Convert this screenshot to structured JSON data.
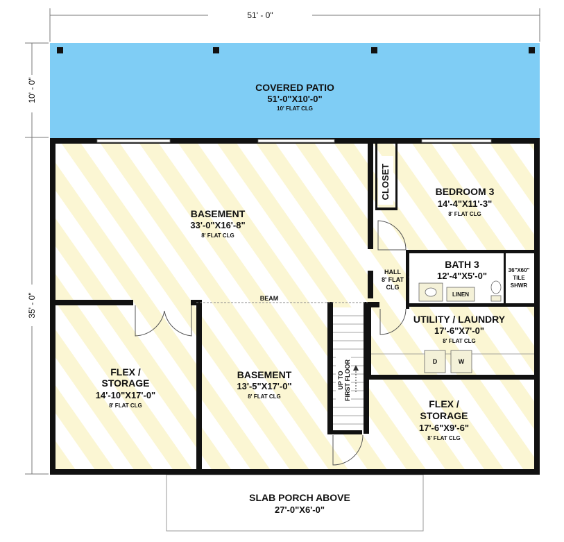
{
  "dimensions": {
    "overall_width": "51' - 0\"",
    "patio_depth": "10' - 0\"",
    "overall_depth": "35' - 0\""
  },
  "rooms": {
    "covered_patio": {
      "name": "COVERED PATIO",
      "size": "51'-0\"X10'-0\"",
      "ceiling": "10' FLAT CLG"
    },
    "basement_main": {
      "name": "BASEMENT",
      "size": "33'-0\"X16'-8\"",
      "ceiling": "8' FLAT CLG"
    },
    "closet": {
      "name": "CLOSET"
    },
    "bedroom_3": {
      "name": "BEDROOM 3",
      "size": "14'-4\"X11'-3\"",
      "ceiling": "8' FLAT CLG"
    },
    "hall": {
      "line1": "HALL",
      "line2": "8' FLAT",
      "line3": "CLG"
    },
    "bath_3": {
      "name": "BATH 3",
      "size": "12'-4\"X5'-0\""
    },
    "linen": {
      "name": "LINEN"
    },
    "shower": {
      "line1": "36\"X60\"",
      "line2": "TILE",
      "line3": "SHWR"
    },
    "utility_laundry": {
      "name": "UTILITY / LAUNDRY",
      "size": "17'-6\"X7'-0\"",
      "ceiling": "8' FLAT CLG"
    },
    "dryer": {
      "label": "D"
    },
    "washer": {
      "label": "W"
    },
    "flex_storage_left": {
      "name_line1": "FLEX /",
      "name_line2": "STORAGE",
      "size": "14'-10\"X17'-0\"",
      "ceiling": "8' FLAT CLG"
    },
    "basement_lower": {
      "name": "BASEMENT",
      "size": "13'-5\"X17'-0\"",
      "ceiling": "8' FLAT CLG"
    },
    "flex_storage_right": {
      "name_line1": "FLEX /",
      "name_line2": "STORAGE",
      "size": "17'-6\"X9'-6\"",
      "ceiling": "8' FLAT CLG"
    },
    "slab_porch": {
      "name": "SLAB PORCH ABOVE",
      "size": "27'-0\"X6'-0\""
    }
  },
  "annotations": {
    "beam": "BEAM",
    "stair_line1": "UP TO",
    "stair_line2": "FIRST FLOOR"
  },
  "colors": {
    "patio_fill": "#7fcdf5",
    "floor_stripe": "#fbf6d3",
    "wall": "#111111"
  }
}
